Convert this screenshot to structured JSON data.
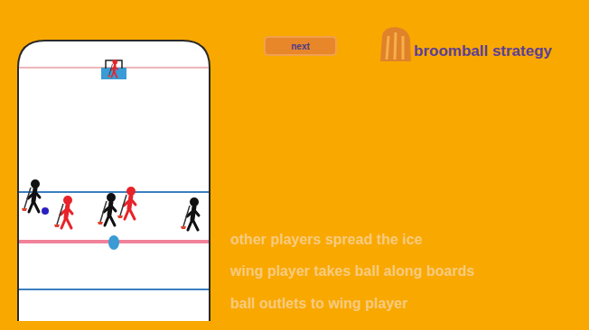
{
  "diagram": {
    "title": "broomball strategy",
    "nodes": [
      {
        "text": [
          "next"
        ]
      }
    ],
    "labels": [
      "other players spread the ice",
      "wing player takes ball along boards",
      "ball outlets to wing player"
    ]
  }
}
